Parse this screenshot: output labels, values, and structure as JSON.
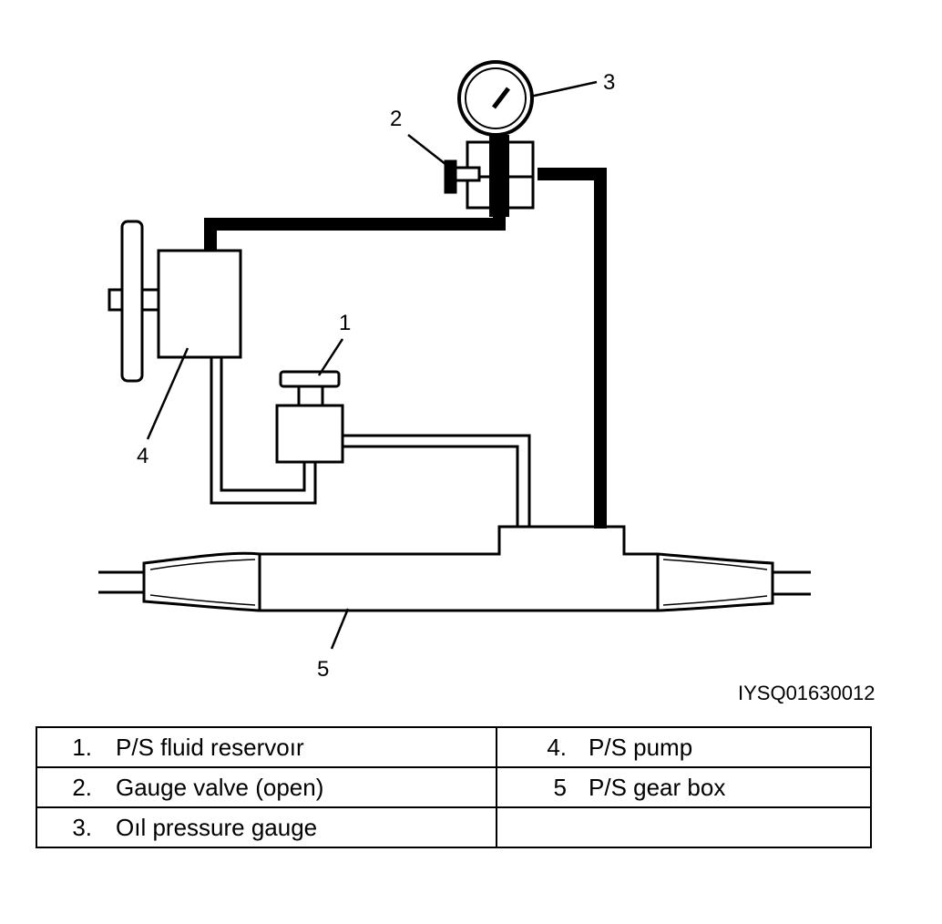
{
  "callouts": {
    "c1": "1",
    "c2": "2",
    "c3": "3",
    "c4": "4",
    "c5": "5"
  },
  "figure_id": "IYSQ01630012",
  "legend": {
    "rows": [
      {
        "left": {
          "num": "1.",
          "label": "P/S fluid reservoır"
        },
        "right": {
          "num": "4.",
          "label": "P/S pump"
        }
      },
      {
        "left": {
          "num": "2.",
          "label": "Gauge valve (open)"
        },
        "right": {
          "num": "5",
          "label": "P/S gear box"
        }
      },
      {
        "left": {
          "num": "3.",
          "label": "Oıl pressure gauge"
        },
        "right": {
          "num": "",
          "label": ""
        }
      }
    ]
  }
}
